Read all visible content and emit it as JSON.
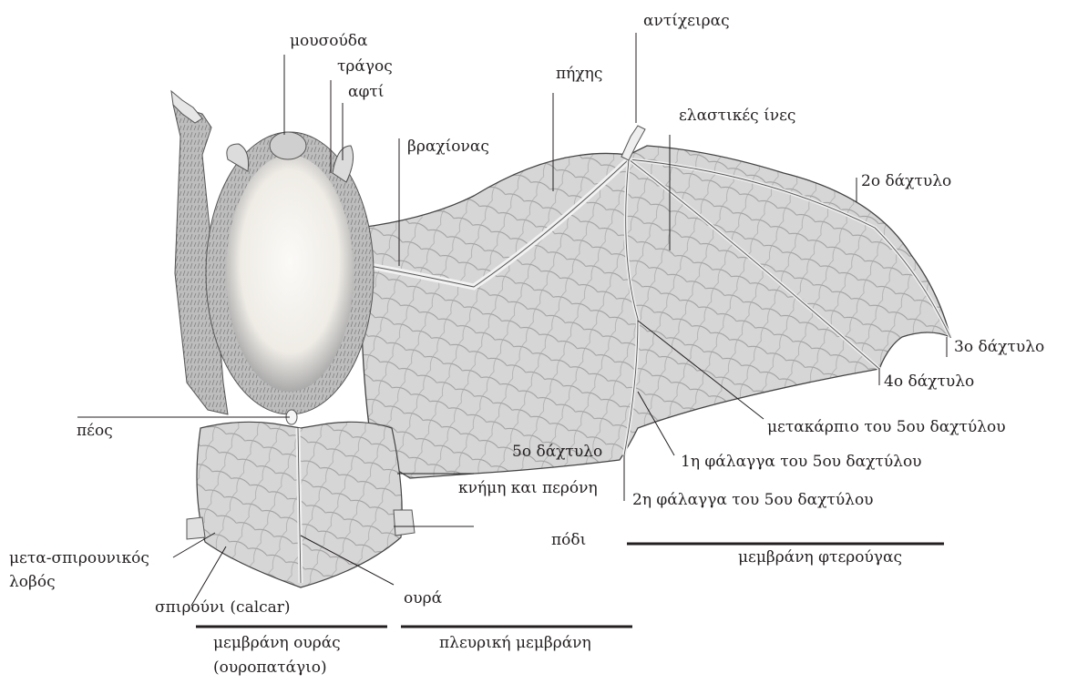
{
  "labels": {
    "moustache": "μουσούδα",
    "tragus": "τράγος",
    "ear": "αφτί",
    "antebrachium": "αντίχειρας",
    "forearm": "πήχης",
    "elastic_fibers": "ελαστικές ίνες",
    "upper_arm": "βραχίονας",
    "digit2": "2ο δάχτυλο",
    "digit3": "3ο δάχτυλο",
    "digit4": "4ο δάχτυλο",
    "metacarpal5": "μετακάρπιο του 5ου δαχτύλου",
    "digit5": "5ο δάχτυλο",
    "phalanx1": "1η φάλαγγα του 5ου δαχτύλου",
    "tibia_fibula": "κνήμη και περόνη",
    "phalanx2": "2η φάλαγγα του 5ου δαχτύλου",
    "penis": "πέος",
    "foot": "πόδι",
    "postcalcarial_lobe_line1": "μετα-σπιρουνικός",
    "postcalcarial_lobe_line2": "λοβός",
    "calcar": "σπιρούνι (calcar)",
    "tail": "ουρά"
  },
  "sections": {
    "wing_membrane": "μεμβράνη φτερούγας",
    "tail_membrane_line1": "μεμβράνη ουράς",
    "tail_membrane_line2": "(ουροπατάγιο)",
    "lateral_membrane": "πλευρική μεμβράνη"
  },
  "colors": {
    "ink": "#231f20",
    "fur_light": "#f4f2ee",
    "membrane": "#d9d9d9",
    "bone": "#eeeeee"
  }
}
